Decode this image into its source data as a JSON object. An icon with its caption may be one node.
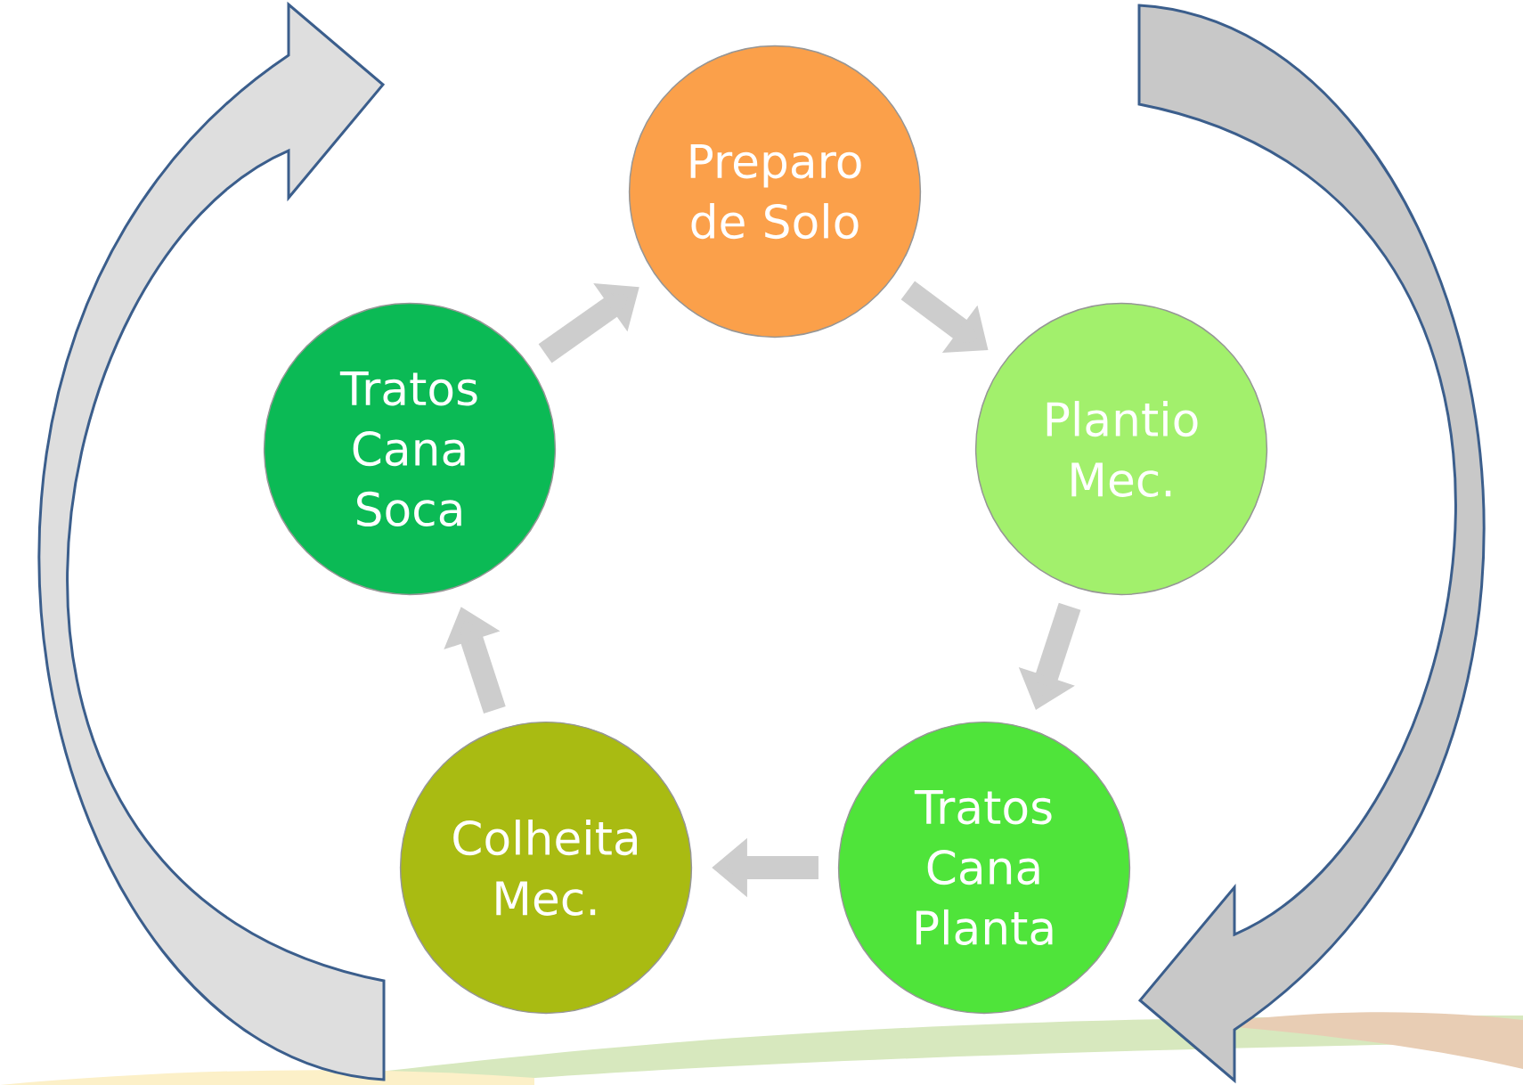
{
  "diagram": {
    "nodes": [
      {
        "text": [
          "Preparo de Solo"
        ]
      },
      {
        "text": [
          "Plantio Mec."
        ]
      },
      {
        "text": [
          "Tratos Cana Planta"
        ]
      },
      {
        "text": [
          "Colheita Mec."
        ]
      },
      {
        "text": [
          "Tratos Cana Soca"
        ]
      }
    ],
    "edges": [
      {
        "from": 0,
        "to": 1,
        "arrow": "to"
      },
      {
        "from": 1,
        "to": 2,
        "arrow": "to"
      },
      {
        "from": 2,
        "to": 3,
        "arrow": "to"
      },
      {
        "from": 3,
        "to": 4,
        "arrow": "to"
      },
      {
        "from": 4,
        "to": 0,
        "arrow": "to"
      }
    ]
  }
}
